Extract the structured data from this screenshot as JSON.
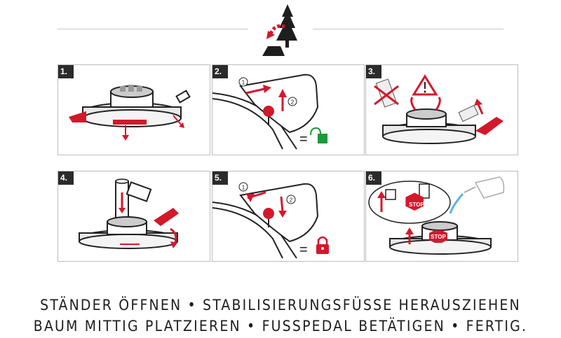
{
  "panels": [
    {
      "number": "1."
    },
    {
      "number": "2.",
      "callouts": [
        "1",
        "2"
      ],
      "equals": "="
    },
    {
      "number": "3."
    },
    {
      "number": "4."
    },
    {
      "number": "5.",
      "callouts": [
        "1",
        "2"
      ],
      "equals": "="
    },
    {
      "number": "6.",
      "stop_labels": [
        "STOP",
        "STOP"
      ]
    }
  ],
  "caption": {
    "line1": "STÄNDER ÖFFNEN • STABILISIERUNGSFÜSSE HERAUSZIEHEN",
    "line2": "BAUM MITTIG PLATZIEREN • FUSSPEDAL BETÄTIGEN • FERTIG."
  },
  "colors": {
    "accent_red": "#d3182b",
    "unlock_green": "#1a9a3c",
    "badge_bg": "#2b2b2b",
    "line_gray": "#c8c8c8",
    "water_blue": "#5ab4e6"
  }
}
